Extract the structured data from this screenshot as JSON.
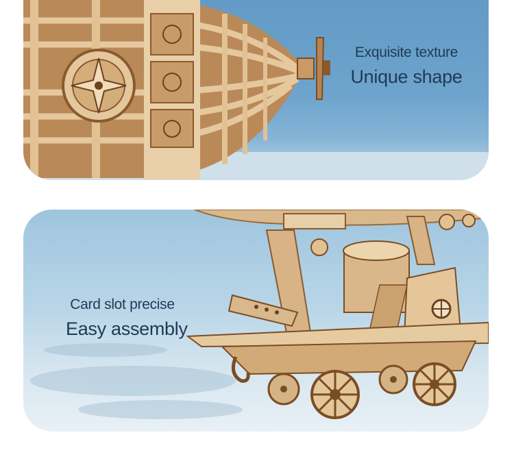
{
  "sections": [
    {
      "line1": "Exquisite texture",
      "line2": "Unique shape"
    },
    {
      "line1": "Card slot precise",
      "line2": "Easy assembly"
    }
  ],
  "colors": {
    "text": "#1f3a52",
    "wood": "#d9b88c",
    "wood_dark": "#8a5a2e",
    "sky_top": "#5f98c4",
    "sky_bottom": "#e8f0f5"
  }
}
